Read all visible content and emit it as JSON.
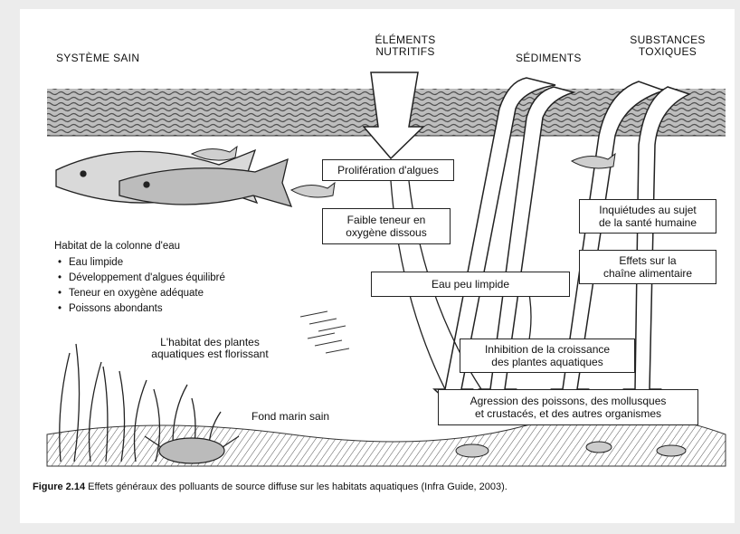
{
  "headers": {
    "healthy_system": "SYSTÈME SAIN",
    "nutrients_line1": "ÉLÉMENTS",
    "nutrients_line2": "NUTRITIFS",
    "sediments": "SÉDIMENTS",
    "toxic_line1": "SUBSTANCES",
    "toxic_line2": "TOXIQUES"
  },
  "boxes": {
    "algae_bloom": "Prolifération d'algues",
    "low_oxygen_line1": "Faible teneur en",
    "low_oxygen_line2": "oxygène dissous",
    "turbid_water": "Eau peu limpide",
    "human_health_line1": "Inquiétudes au sujet",
    "human_health_line2": "de la santé humaine",
    "food_chain_line1": "Effets sur la",
    "food_chain_line2": "chaîne alimentaire",
    "plant_growth_line1": "Inhibition de la croissance",
    "plant_growth_line2": "des plantes aquatiques",
    "aggression_line1": "Agression des poissons, des mollusques",
    "aggression_line2": "et crustacés, et des autres organismes"
  },
  "habitat": {
    "title": "Habitat de la colonne d'eau",
    "items": [
      "Eau limpide",
      "Développement d'algues équilibré",
      "Teneur en oxygène adéquate",
      "Poissons abondants"
    ]
  },
  "plants_line1": "L'habitat des plantes",
  "plants_line2": "aquatiques est florissant",
  "sea_floor": "Fond marin sain",
  "caption": {
    "label": "Figure 2.14",
    "text": "Effets généraux des polluants de source diffuse sur les habitats aquatiques (Infra Guide, 2003)."
  },
  "colors": {
    "ink": "#111111",
    "page": "#ffffff",
    "background": "#ececec"
  }
}
